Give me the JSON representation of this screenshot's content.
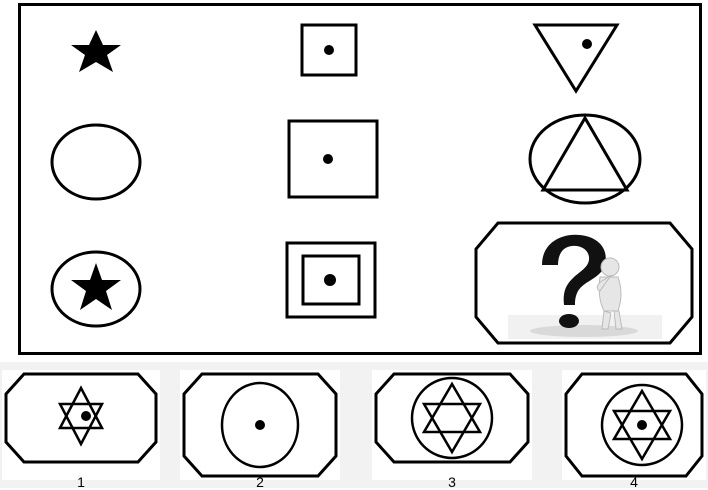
{
  "puzzle": {
    "rows": [
      [
        "star-icon",
        "small-square-with-dot",
        "inverted-triangle-with-dot"
      ],
      [
        "circle",
        "large-square-with-dot",
        "circle-with-triangle"
      ],
      [
        "circle-with-star",
        "double-square-with-dot",
        "question-mark-placeholder"
      ]
    ],
    "missing_cell": "question-mark-placeholder"
  },
  "options": [
    {
      "shape": "hexagram-with-dot",
      "label": "1"
    },
    {
      "shape": "ellipse-with-dot",
      "label": "2"
    },
    {
      "shape": "circle-with-hexagram",
      "label": "3"
    },
    {
      "shape": "circle-with-hexagram-and-dot",
      "label": "4"
    }
  ],
  "colors": {
    "stroke": "#000000",
    "background": "#ffffff",
    "strip": "#f2f2f2"
  }
}
